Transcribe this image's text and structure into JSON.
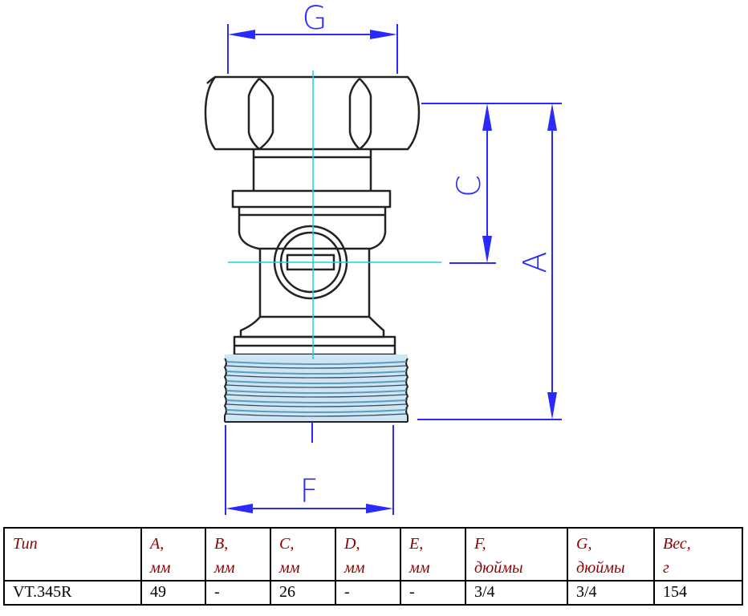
{
  "dimensions": {
    "g_label": "G",
    "c_label": "C",
    "a_label": "A",
    "f_label": "F"
  },
  "table": {
    "headers": [
      {
        "line1": "Тип",
        "line2": ""
      },
      {
        "line1": "A,",
        "line2": "мм"
      },
      {
        "line1": "B,",
        "line2": "мм"
      },
      {
        "line1": "C,",
        "line2": "мм"
      },
      {
        "line1": "D,",
        "line2": "мм"
      },
      {
        "line1": "E,",
        "line2": "мм"
      },
      {
        "line1": "F,",
        "line2": "дюймы"
      },
      {
        "line1": "G,",
        "line2": "дюймы"
      },
      {
        "line1": "Вес,",
        "line2": "г"
      }
    ],
    "rows": [
      [
        "VT.345R",
        "49",
        "-",
        "26",
        "-",
        "-",
        "3/4",
        "3/4",
        "154"
      ]
    ]
  },
  "colors": {
    "dimension": "#2a2aff",
    "centerline": "#1ecfe0",
    "outline": "#222222",
    "thread": "#7ab8d8",
    "header_text": "#8b0000"
  }
}
